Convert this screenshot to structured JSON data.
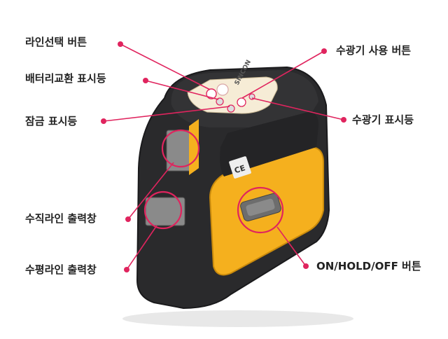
{
  "colors": {
    "accent": "#e0245e",
    "body_black": "#2a2a2c",
    "body_yellow": "#f5b01e",
    "panel_cream": "#f6ecd6",
    "window_grey": "#8a8a8a"
  },
  "product": {
    "brand_mark": "SINCON",
    "ce_mark": "CE"
  },
  "callouts": {
    "line_select_button": "라인선택 버튼",
    "battery_replace_indicator": "배터리교환 표시등",
    "lock_indicator": "잠금 표시등",
    "receiver_use_button": "수광기 사용 버튼",
    "receiver_indicator": "수광기 표시등",
    "vertical_line_output": "수직라인 출력창",
    "horizontal_line_output": "수평라인 출력창",
    "power_hold_button": "ON/HOLD/OFF 버튼"
  }
}
